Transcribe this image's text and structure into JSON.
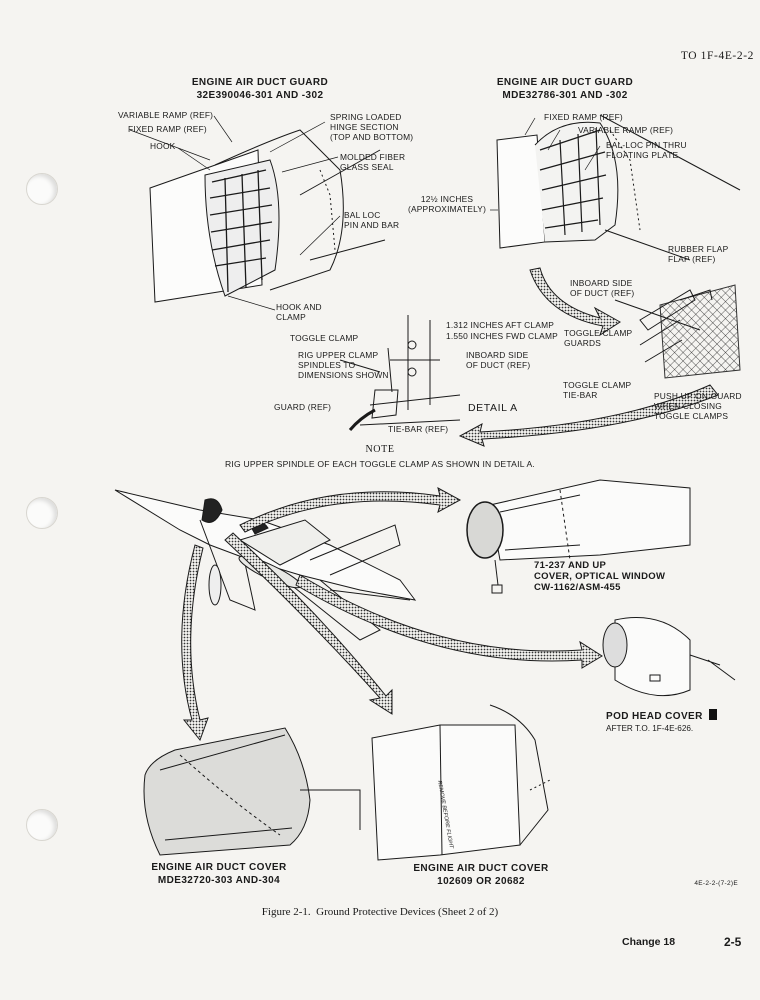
{
  "header": {
    "doc_number": "TO 1F-4E-2-2"
  },
  "guard1": {
    "title": "ENGINE AIR DUCT GUARD",
    "part": "32E390046-301 AND -302",
    "variable_ramp": "VARIABLE RAMP (REF)",
    "fixed_ramp": "FIXED RAMP (REF)",
    "hook": "HOOK",
    "spring_hinge_1": "SPRING LOADED",
    "spring_hinge_2": "HINGE SECTION",
    "spring_hinge_3": "(TOP AND BOTTOM)",
    "seal_1": "MOLDED FIBER",
    "seal_2": "GLASS SEAL",
    "balloc_1": "BAL LOC",
    "balloc_2": "PIN AND BAR",
    "hook_clamp_1": "HOOK AND",
    "hook_clamp_2": "CLAMP"
  },
  "guard2": {
    "title": "ENGINE AIR DUCT GUARD",
    "part": "MDE32786-301 AND -302",
    "fixed_ramp": "FIXED RAMP (REF)",
    "variable_ramp": "VARIABLE RAMP (REF)",
    "balloc_1": "BAL-LOC PIN THRU",
    "balloc_2": "FLOATING PLATE",
    "inches_1": "12½ INCHES",
    "inches_2": "(APPROXIMATELY)"
  },
  "detail": {
    "rubber_flap_1": "RUBBER FLAP",
    "rubber_flap_2": "FLAP (REF)",
    "inboard_1": "INBOARD SIDE",
    "inboard_2": "OF DUCT (REF)",
    "aft_clamp": "1.312 INCHES AFT CLAMP",
    "fwd_clamp": "1.550 INCHES FWD CLAMP",
    "toggle_clamp": "TOGGLE CLAMP",
    "rig_1": "RIG UPPER CLAMP",
    "rig_2": "SPINDLES TO",
    "rig_3": "DIMENSIONS SHOWN",
    "inboard_side_1": "INBOARD SIDE",
    "inboard_side_2": "OF DUCT (REF)",
    "guards_1": "TOGGLE CLAMP",
    "guards_2": "GUARDS",
    "tiebar_1": "TOGGLE CLAMP",
    "tiebar_2": "TIE-BAR",
    "push_1": "PUSH UP ON GUARD",
    "push_2": "WHEN CLOSING",
    "push_3": "TOGGLE CLAMPS",
    "guard_ref": "GUARD (REF)",
    "tie_bar_ref": "TIE-BAR (REF)",
    "detail_a": "DETAIL A"
  },
  "note": {
    "heading": "NOTE",
    "text": "RIG UPPER SPINDLE OF EACH TOGGLE CLAMP AS SHOWN IN DETAIL A."
  },
  "optical": {
    "line1": "71-237 AND UP",
    "line2": "COVER, OPTICAL WINDOW",
    "line3": "CW-1162/ASM-455"
  },
  "pod": {
    "title": "POD HEAD COVER",
    "sub": "AFTER T.O. 1F-4E-626."
  },
  "cover1": {
    "title": "ENGINE AIR DUCT COVER",
    "part": "MDE32720-303 AND-304"
  },
  "cover2": {
    "title": "ENGINE AIR DUCT COVER",
    "part": "102609 OR 20682",
    "stencil": "REMOVE BEFORE FLIGHT"
  },
  "art_code": "4E-2-2-(7-2)E",
  "caption": "Figure 2-1.  Ground Protective Devices (Sheet 2 of 2)",
  "footer": {
    "change": "Change 18",
    "page": "2-5"
  }
}
